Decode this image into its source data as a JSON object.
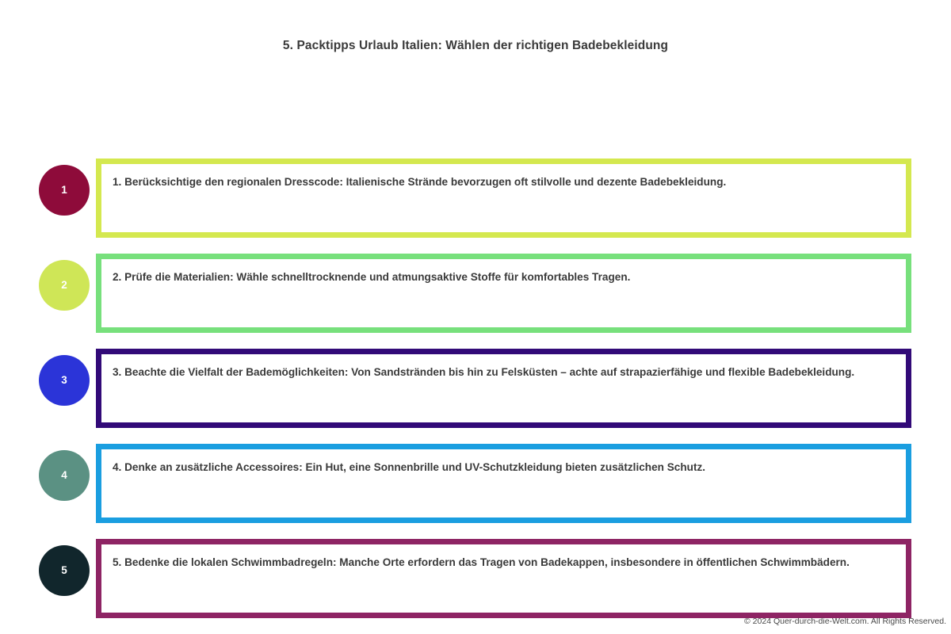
{
  "slide": {
    "title": "5. Packtipps Urlaub Italien: Wählen der richtigen Badebekleidung",
    "footer": "© 2024 Quer-durch-die-Welt.com. All Rights Reserved."
  },
  "steps": [
    {
      "number": "1",
      "text": "1. Berücksichtige den regionalen Dresscode: Italienische Strände bevorzugen oft stilvolle und dezente Badebekleidung.",
      "badge_color": "#8e0b3a",
      "border_color": "#d4e84f"
    },
    {
      "number": "2",
      "text": "2. Prüfe die Materialien: Wähle schnelltrocknende und atmungsaktive Stoffe für komfortables Tragen.",
      "badge_color": "#cfe657",
      "border_color": "#77e07c"
    },
    {
      "number": "3",
      "text": "3. Beachte die Vielfalt der Bademöglichkeiten: Von Sandstränden bis hin zu Felsküsten – achte auf strapazierfähige und flexible Badebekleidung.",
      "badge_color": "#2b34d8",
      "border_color": "#320a78"
    },
    {
      "number": "4",
      "text": "4. Denke an zusätzliche Accessoires: Ein Hut, eine Sonnenbrille und UV-Schutzkleidung bieten zusätzlichen Schutz.",
      "badge_color": "#5b9183",
      "border_color": "#1a9ee0"
    },
    {
      "number": "5",
      "text": "5. Bedenke die lokalen Schwimmbadregeln: Manche Orte erfordern das Tragen von Badekappen, insbesondere in öffentlichen Schwimmbädern.",
      "badge_color": "#11262c",
      "border_color": "#8e2464"
    }
  ]
}
